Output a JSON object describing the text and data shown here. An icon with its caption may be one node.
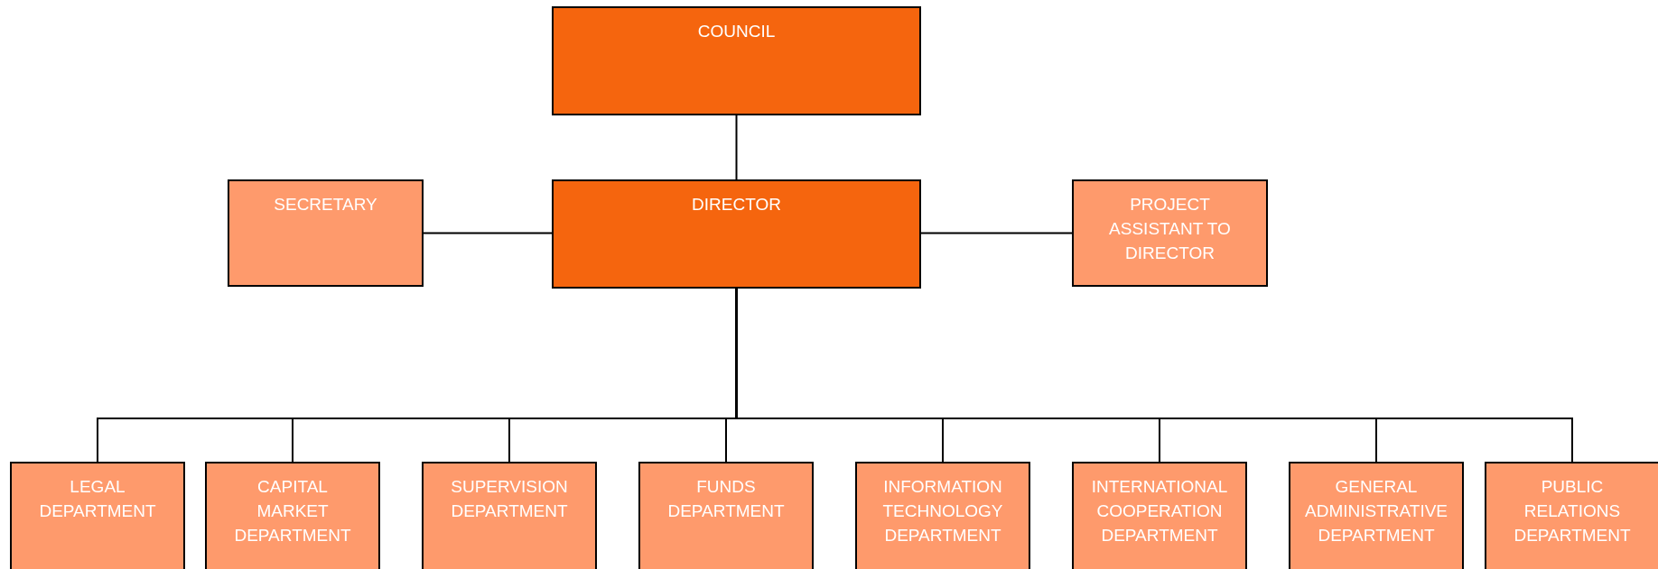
{
  "diagram": {
    "nodes": [
      {
        "text": [
          "COUNCIL"
        ]
      },
      {
        "text": [
          "DIRECTOR"
        ]
      },
      {
        "text": [
          "SECRETARY"
        ]
      },
      {
        "text": [
          "PROJECT ASSISTANT TO DIRECTOR"
        ]
      },
      {
        "text": [
          "LEGAL DEPARTMENT"
        ]
      },
      {
        "text": [
          "CAPITAL MARKET DEPARTMENT"
        ]
      },
      {
        "text": [
          "SUPERVISION DEPARTMENT"
        ]
      },
      {
        "text": [
          "FUNDS DEPARTMENT"
        ]
      },
      {
        "text": [
          "INFORMATION TECHNOLOGY DEPARTMENT"
        ]
      },
      {
        "text": [
          "INTERNATIONAL COOPERATION DEPARTMENT"
        ]
      },
      {
        "text": [
          "GENERAL ADMINISTRATIVE DEPARTMENT"
        ]
      },
      {
        "text": [
          "PUBLIC RELATIONS DEPARTMENT"
        ]
      }
    ],
    "edges": [
      {
        "from": 0,
        "to": 1,
        "arrow": "none"
      },
      {
        "from": 1,
        "to": 2,
        "arrow": "none"
      },
      {
        "from": 1,
        "to": 3,
        "arrow": "none"
      },
      {
        "from": 1,
        "to": 4,
        "arrow": "none"
      },
      {
        "from": 1,
        "to": 5,
        "arrow": "none"
      },
      {
        "from": 1,
        "to": 6,
        "arrow": "none"
      },
      {
        "from": 1,
        "to": 7,
        "arrow": "none"
      },
      {
        "from": 1,
        "to": 8,
        "arrow": "none"
      },
      {
        "from": 1,
        "to": 9,
        "arrow": "none"
      },
      {
        "from": 1,
        "to": 10,
        "arrow": "none"
      },
      {
        "from": 1,
        "to": 11,
        "arrow": "none"
      }
    ]
  }
}
